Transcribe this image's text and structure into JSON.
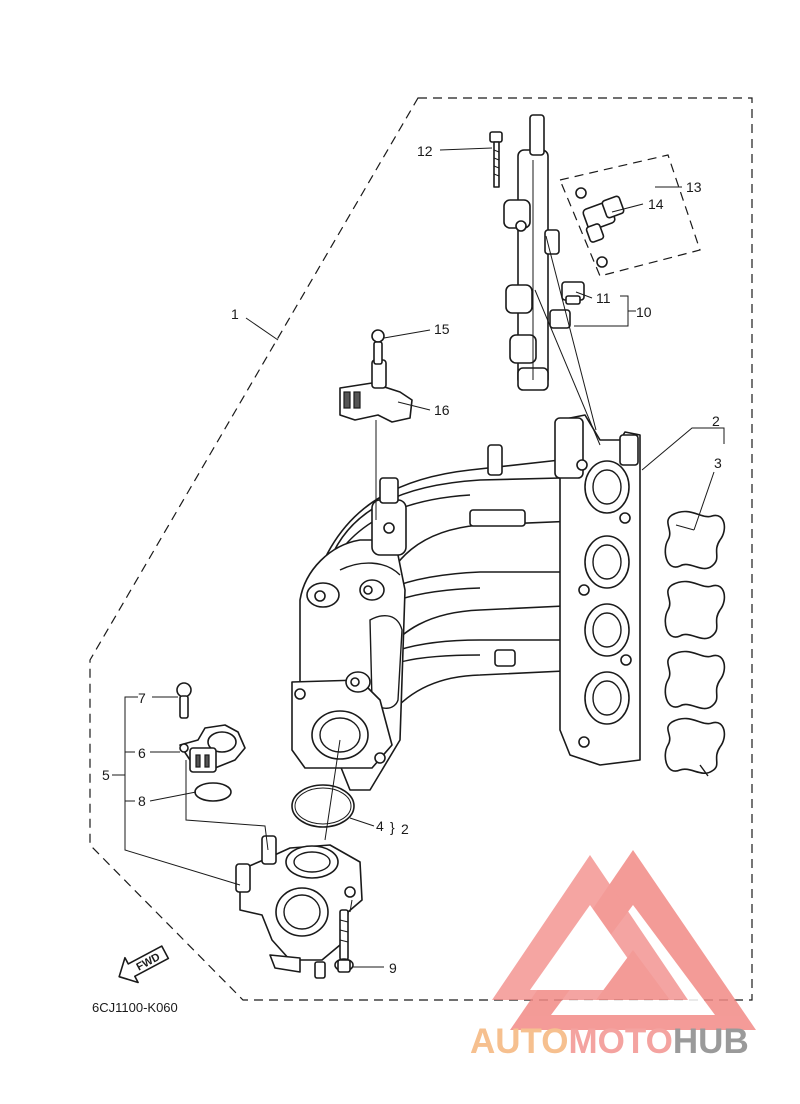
{
  "diagram": {
    "callouts": [
      "1",
      "2",
      "3",
      "4",
      "2",
      "5",
      "6",
      "7",
      "8",
      "9",
      "10",
      "11",
      "12",
      "13",
      "14",
      "15",
      "16"
    ],
    "fwd_label": "FWD",
    "drawing_code": "6CJ1100-K060"
  },
  "watermark": {
    "part1": "AUTO",
    "part2": "MOTO",
    "part3": "HUB",
    "colors": {
      "auto": "#f6c08f",
      "moto": "#f4a3a0",
      "hub": "#9a9a9a",
      "logo": "#f28a86"
    }
  }
}
